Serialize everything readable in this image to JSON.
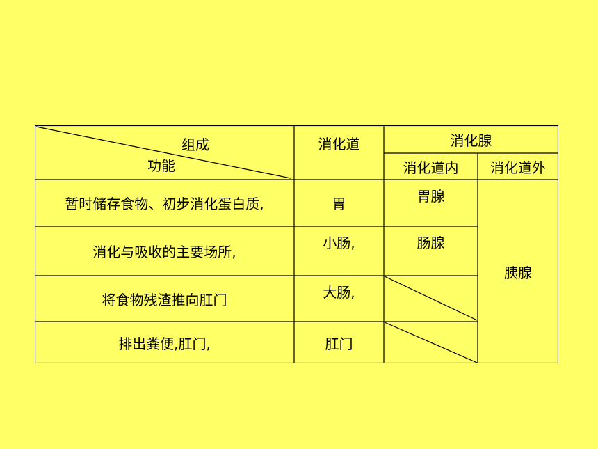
{
  "table": {
    "corner_top": "组成",
    "corner_bottom": "功能",
    "col_tract": "消化道",
    "col_glands": "消化腺",
    "col_glands_in": "消化道内",
    "col_glands_out": "消化道外",
    "rows": [
      {
        "function": "暂时储存食物、初步消化蛋白质,",
        "organ": "胃",
        "gland_in": "胃腺"
      },
      {
        "function": "消化与吸收的主要场所,",
        "organ": "小肠,",
        "gland_in": "肠腺"
      },
      {
        "function": "将食物残渣推向肛门",
        "organ": "大肠,",
        "gland_in": ""
      },
      {
        "function": "排出粪便,肛门,",
        "organ": "肛门",
        "gland_in": ""
      }
    ],
    "gland_out_merged": "胰腺"
  }
}
